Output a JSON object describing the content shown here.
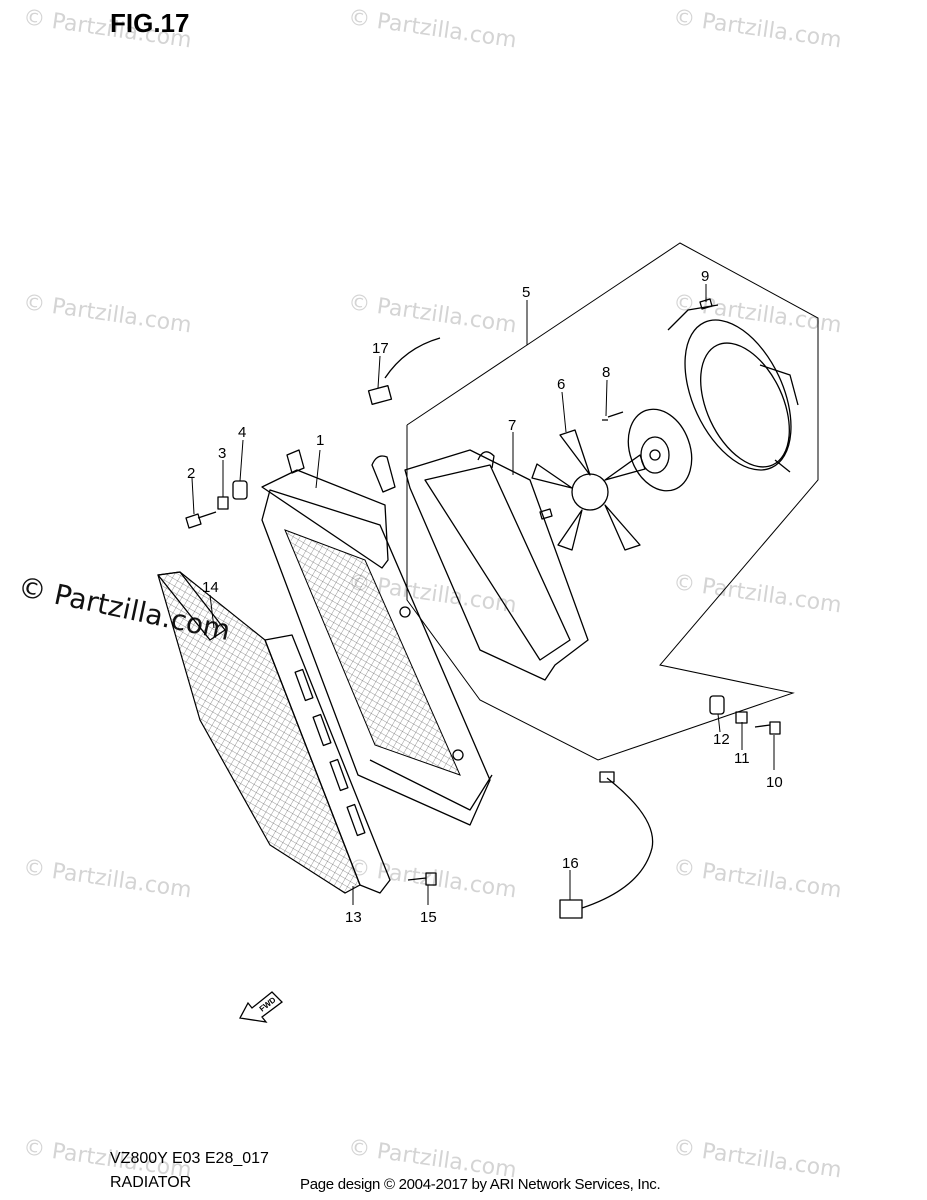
{
  "figure": {
    "title": "FIG.17",
    "model_code": "VZ800Y E03 E28_017",
    "section_name": "RADIATOR",
    "credit": "Page design © 2004-2017 by ARI Network Services, Inc."
  },
  "watermark": {
    "text": "© Partzilla.com",
    "bold_text": "© Partzilla.com"
  },
  "fwd_arrow_label": "FWD",
  "callouts": [
    "1",
    "2",
    "3",
    "4",
    "5",
    "6",
    "7",
    "8",
    "9",
    "10",
    "11",
    "12",
    "13",
    "14",
    "15",
    "16",
    "17"
  ]
}
